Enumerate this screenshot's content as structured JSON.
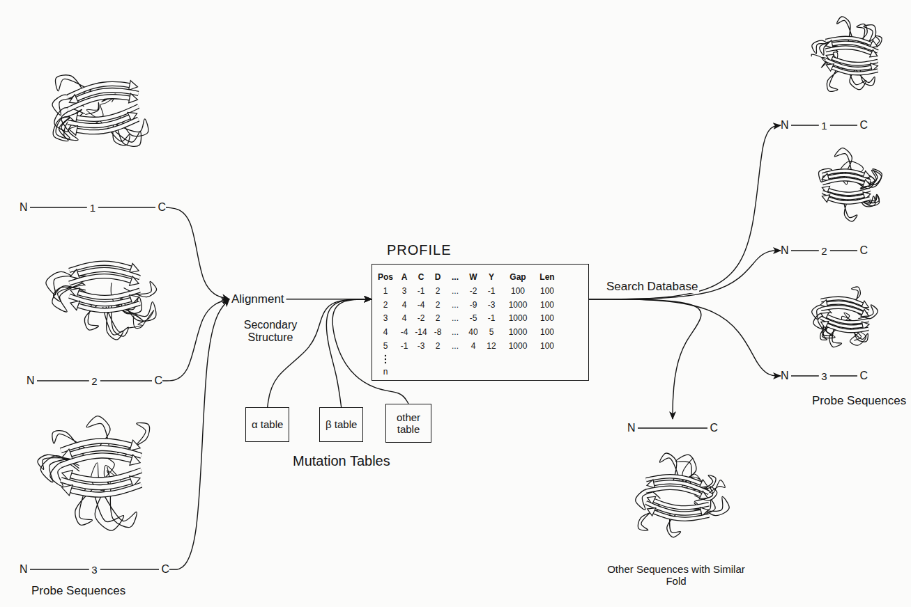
{
  "diagram": {
    "nodes": [
      {
        "text": [
          "N",
          "1",
          "C"
        ]
      },
      {
        "text": [
          "N",
          "2",
          "C"
        ]
      },
      {
        "text": [
          "N",
          "3",
          "C"
        ]
      },
      {
        "text": [
          "Alignment"
        ]
      },
      {
        "text": [
          "PROFILE"
        ]
      },
      {
        "text": [
          "α table"
        ]
      },
      {
        "text": [
          "β table"
        ]
      },
      {
        "text": [
          "other table"
        ]
      },
      {
        "text": [
          "N",
          "1",
          "C"
        ]
      },
      {
        "text": [
          "N",
          "2",
          "C"
        ]
      },
      {
        "text": [
          "N",
          "3",
          "C"
        ]
      },
      {
        "text": [
          "N",
          "C"
        ]
      }
    ],
    "edges": [
      {
        "from": 0,
        "to": 3,
        "arrow": "to"
      },
      {
        "from": 1,
        "to": 3,
        "arrow": "to"
      },
      {
        "from": 2,
        "to": 3,
        "arrow": "to"
      },
      {
        "from": 3,
        "to": 4,
        "arrow": "to"
      },
      {
        "from": 5,
        "to": 4,
        "arrow": "to"
      },
      {
        "from": 6,
        "to": 4,
        "arrow": "to"
      },
      {
        "from": 7,
        "to": 4,
        "arrow": "to"
      },
      {
        "from": 4,
        "to": 8,
        "label": "Search Database",
        "arrow": "to"
      },
      {
        "from": 4,
        "to": 9,
        "arrow": "to"
      },
      {
        "from": 4,
        "to": 10,
        "arrow": "to"
      },
      {
        "from": 4,
        "to": 11,
        "arrow": "to"
      }
    ],
    "labels": [
      "Secondary Structure",
      "Mutation Tables",
      "Probe Sequences",
      "Probe Sequences",
      "Other Sequences with Similar Fold",
      "Pos",
      "A",
      "C",
      "D",
      "...",
      "W",
      "Y",
      "Gap",
      "Len",
      "1",
      "3",
      "-1",
      "2",
      "...",
      "-2",
      "-1",
      "100",
      "100",
      "2",
      "4",
      "-4",
      "2",
      "...",
      "-9",
      "-3",
      "1000",
      "100",
      "3",
      "4",
      "-2",
      "2",
      "...",
      "-5",
      "-1",
      "1000",
      "100",
      "4",
      "-4",
      "-14",
      "-8",
      "...",
      "40",
      "5",
      "1000",
      "100",
      "5",
      "-1",
      "-3",
      "2",
      "...",
      "4",
      "12",
      "1000",
      "100",
      "n"
    ]
  }
}
